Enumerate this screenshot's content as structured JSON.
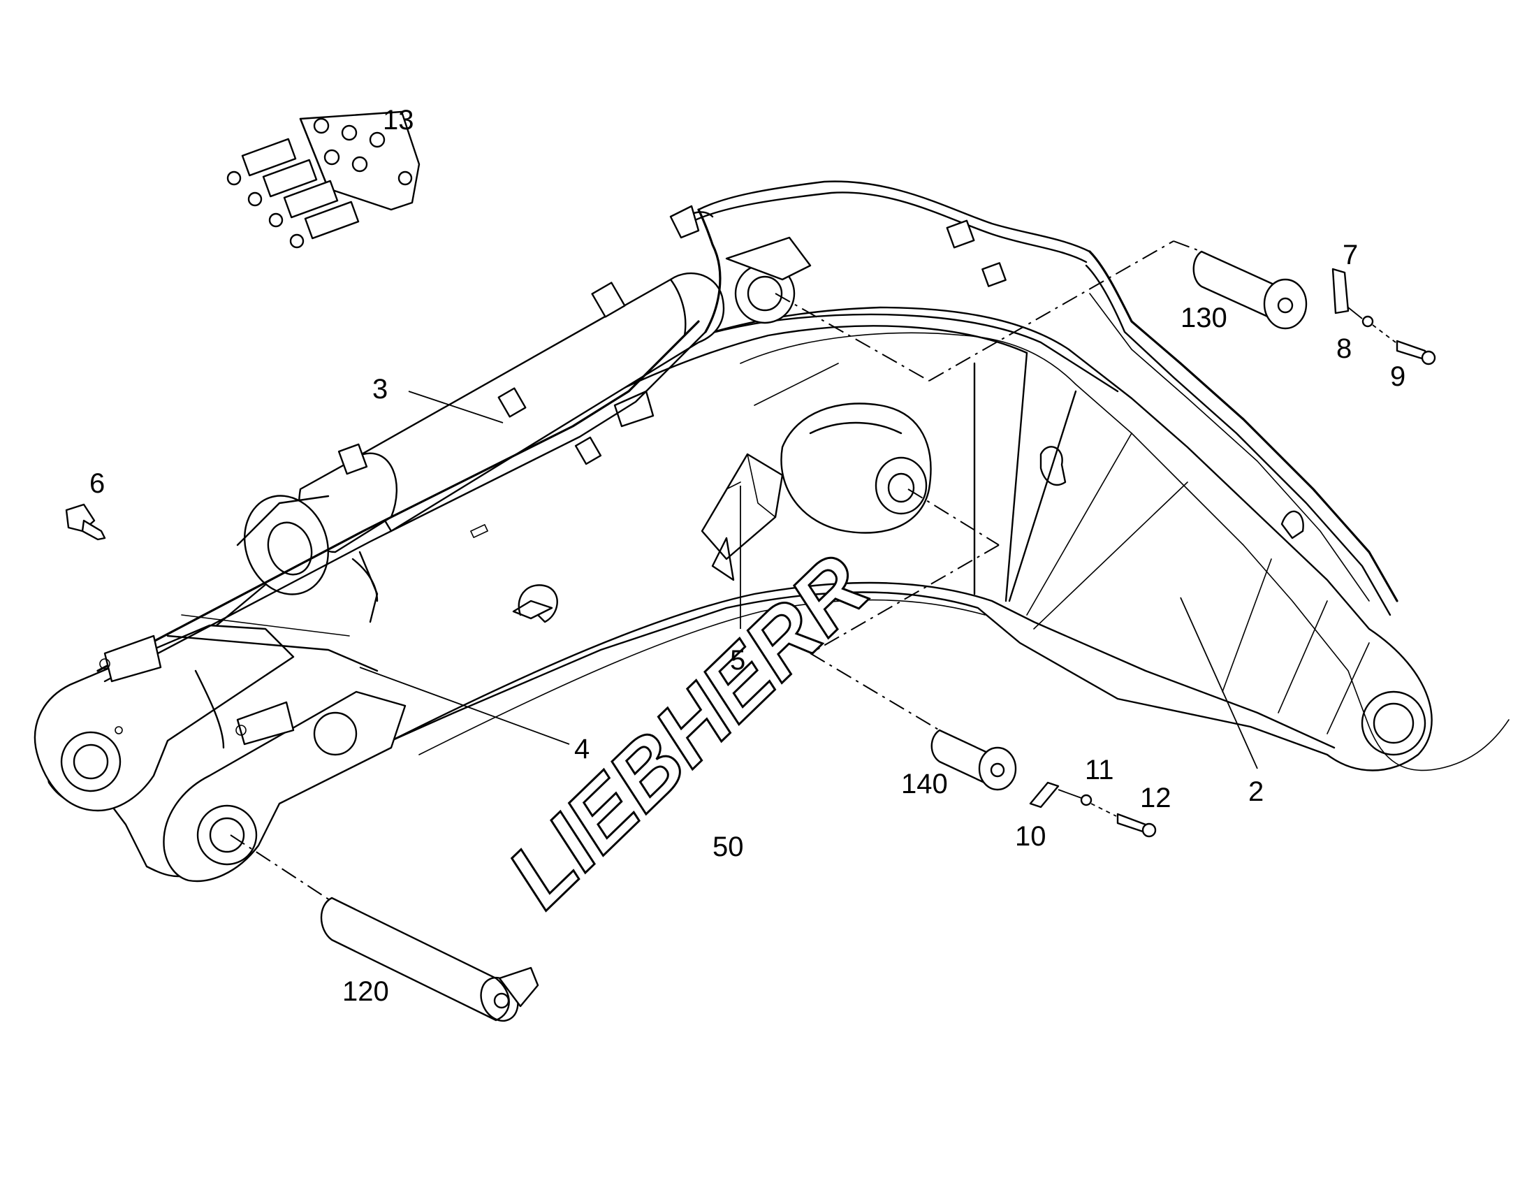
{
  "logo": {
    "text": "LIEBHERR"
  },
  "callouts": [
    {
      "id": "c-13",
      "text": "13"
    },
    {
      "id": "c-3",
      "text": "3"
    },
    {
      "id": "c-6",
      "text": "6"
    },
    {
      "id": "c-5",
      "text": "5"
    },
    {
      "id": "c-4",
      "text": "4"
    },
    {
      "id": "c-2",
      "text": "2"
    },
    {
      "id": "c-7",
      "text": "7"
    },
    {
      "id": "c-130",
      "text": "130"
    },
    {
      "id": "c-8",
      "text": "8"
    },
    {
      "id": "c-9",
      "text": "9"
    },
    {
      "id": "c-11",
      "text": "11"
    },
    {
      "id": "c-12",
      "text": "12"
    },
    {
      "id": "c-140",
      "text": "140"
    },
    {
      "id": "c-10",
      "text": "10"
    },
    {
      "id": "c-50",
      "text": "50"
    },
    {
      "id": "c-120",
      "text": "120"
    }
  ]
}
